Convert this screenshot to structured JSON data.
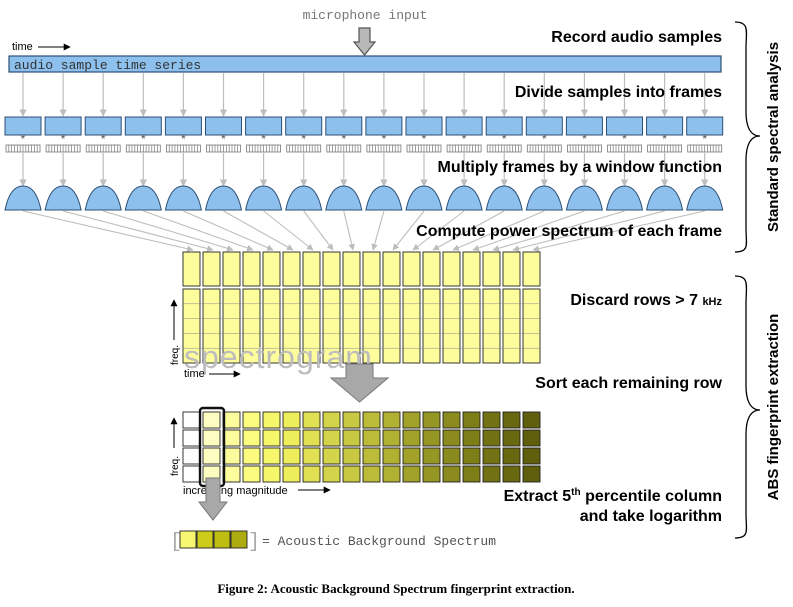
{
  "labels": {
    "mic_input": "microphone input",
    "time_top": "time",
    "series": "audio sample time series",
    "star": "*",
    "spectrogram": "spectrogram",
    "freq1": "freq.",
    "time_spec": "time",
    "freq2": "freq.",
    "increasing": "increasing magnitude",
    "bracket_left": "[",
    "bracket_right": "]",
    "abs_eq": "= Acoustic Background Spectrum"
  },
  "steps": {
    "record": "Record audio samples",
    "divide": "Divide samples into frames",
    "multiply": "Multiply frames by a window function",
    "compute": "Compute power spectrum of each frame",
    "discard_main": "Discard rows > 7 ",
    "discard_unit": "kHz",
    "sort": "Sort each remaining row",
    "extract_pre": "Extract 5",
    "extract_sup": "th",
    "extract_post": " percentile column",
    "extract_line2": "and take logarithm"
  },
  "brackets": {
    "standard": "Standard spectral analysis",
    "abs": "ABS fingerprint extraction"
  },
  "caption": "Figure 2: Acoustic Background Spectrum fingerprint extraction.",
  "diagram": {
    "frame_count": 18,
    "spectrogram_columns": 18,
    "spectrogram_rows": 5,
    "sorted_rows": 4,
    "abs_cells": 4,
    "colors": {
      "blue_fill": "#8ec0ee",
      "blue_stroke": "#2c4f75",
      "spectrogram_fill": "#fdfd9b",
      "arrow_gray": "#bdbdbd",
      "big_arrow": "#a8a8a8",
      "highlight_box": "#111111",
      "abs_cells": [
        "#f6f670",
        "#cccc1a",
        "#bebe12",
        "#acac10"
      ],
      "sorted_gradient": [
        "#ffffff",
        "#fdfdc2",
        "#fcfc9c",
        "#fbfb80",
        "#f6f66a",
        "#eeee5c",
        "#e0e052",
        "#d4d44a",
        "#c8c842",
        "#bcbc3a",
        "#b0b032",
        "#a2a22b",
        "#969624",
        "#8a8a1e",
        "#7e7e19",
        "#727215",
        "#686811",
        "#5f5f0e"
      ]
    }
  }
}
